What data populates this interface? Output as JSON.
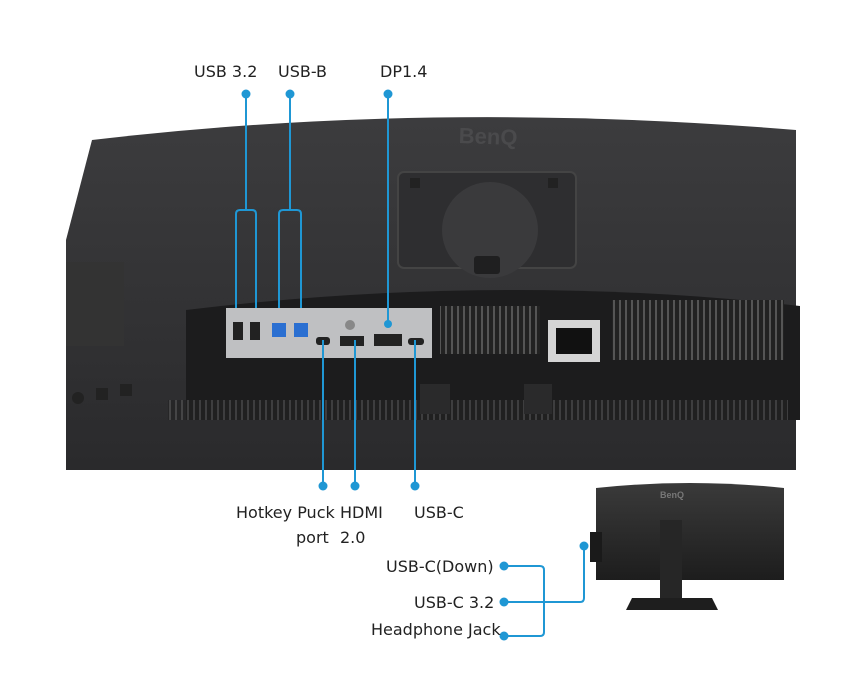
{
  "brand": "BenQ",
  "accent_color": "#1f97d4",
  "top_labels": {
    "usb32": "USB 3.2",
    "usbb": "USB-B",
    "dp": "DP1.4"
  },
  "bottom_labels": {
    "hotkey_line1": "Hotkey Puck",
    "hotkey_line2": "port",
    "hdmi_line1": "HDMI",
    "hdmi_line2": "2.0",
    "usbc": "USB-C"
  },
  "side_labels": {
    "usbc_down": "USB-C(Down)",
    "usbc32": "USB-C 3.2",
    "headphone": "Headphone Jack"
  }
}
